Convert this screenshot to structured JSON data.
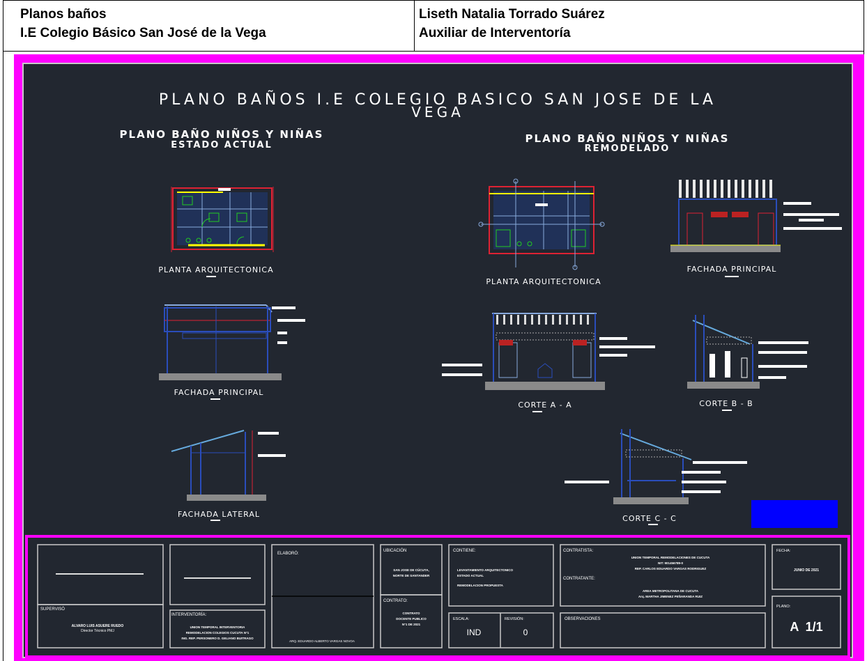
{
  "header": {
    "left_line1": "Planos baños",
    "left_line2": "I.E Colegio Básico San José de la Vega",
    "right_line1": "Liseth Natalia Torrado Suárez",
    "right_line2": "Auxiliar de Interventoría"
  },
  "drawing": {
    "title_line1": "PLANO BAÑOS  I.E COLEGIO BASICO SAN JOSE DE LA",
    "title_line2": "VEGA",
    "section_left_line1": "PLANO BAÑO NIÑOS Y NIÑAS",
    "section_left_line2": "ESTADO ACTUAL",
    "section_right_line1": "PLANO BAÑO NIÑOS Y NIÑAS",
    "section_right_line2": "REMODELADO",
    "label_planta_actual": "PLANTA ARQUITECTONICA",
    "label_fachada_principal_actual": "FACHADA PRINCIPAL",
    "label_fachada_lateral": "FACHADA LATERAL",
    "label_planta_remodelado": "PLANTA ARQUITECTONICA",
    "label_fachada_principal_remodelado": "FACHADA PRINCIPAL",
    "label_corte_a": "CORTE A - A",
    "label_corte_b": "CORTE B - B",
    "label_corte_c": "CORTE C - C"
  },
  "title_block": {
    "superviso_label": "SUPERVISÓ",
    "superviso_name_1": "ALVARO LUIS ASUERE RUEDO",
    "superviso_name_2": "Director Técnico PMJ",
    "interventoria_label": "INTERVENTORÍA:",
    "interventoria_1": "UNION TEMPORAL INTERVENTORIA",
    "interventoria_2": "REMODELACION COLEGIOS CUCUTA N°1",
    "interventoria_3": "ING. REP. PERSONERO D. GELIANO BUITRAGO",
    "elaboro_label": "ELABORÓ:",
    "elaboro_name": "ARQ. EDUARDO ALBERTO VARGAS NOVOA",
    "ubicacion_label": "UBICACIÓN",
    "ubicacion_1": "SAN JOSE DE CÚCUTA,",
    "ubicacion_2": "NORTE DE SANTANDER",
    "contrato_label": "CONTRATO:",
    "contrato_1": "CONTRATO",
    "contrato_2": "DOCENTE PUBLICO",
    "contrato_3": "N°1 DE 2021",
    "contiene_label": "CONTIENE:",
    "contiene_1": "LEVANTAMIENTO ARQUITECTONICO",
    "contiene_2": "ESTADO ACTUAL",
    "contiene_3": "REMODELACION PROPUESTA",
    "escala_label": "ESCALA:",
    "escala_value": "IND",
    "revision_label": "REVISIÓN:",
    "revision_value": "0",
    "contratista_label": "CONTRATISTA:",
    "contratista_1": "UNION TEMPORAL REMODELACIONES DE CUCUTA",
    "contratista_2": "NIT: 901456789-0",
    "contratista_3": "REP. CARLOS EDUARDO VARGAS RODRIGUEZ",
    "contratante_label": "CONTRATANTE:",
    "contratante_1": "AREA METROPOLITANA DE CUCUTA",
    "contratante_2": "Arq. MARTHA JIMENEZ PEÑARANDA RUIZ",
    "observaciones_label": "OBSERVACIONES",
    "fecha_label": "FECHA:",
    "fecha_value": "JUNIO DE 2021",
    "plano_label": "PLANO:",
    "plano_value": "A  1/1"
  },
  "colors": {
    "sheet_border": "#ff00ff",
    "background": "#222730",
    "blue_box": "#0000ff"
  }
}
